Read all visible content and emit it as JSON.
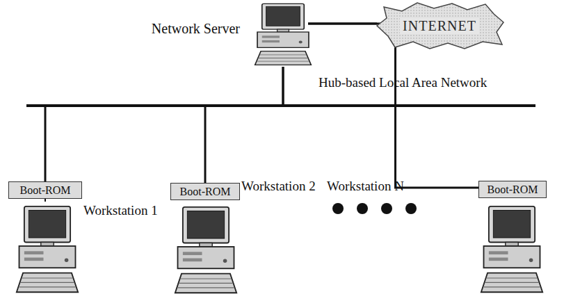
{
  "diagram": {
    "nodes": [
      {
        "text": [
          "Network Server"
        ]
      },
      {
        "text": [
          "INTERNET"
        ]
      },
      {
        "text": [
          "Boot-ROM"
        ]
      },
      {
        "text": [
          "Boot-ROM"
        ]
      },
      {
        "text": [
          "Boot-ROM"
        ]
      }
    ],
    "edges": [
      {
        "from": 0,
        "to": 1,
        "arrow": "none"
      },
      {
        "from": 0,
        "to": 2,
        "arrow": "none"
      },
      {
        "from": 0,
        "to": 3,
        "arrow": "none"
      },
      {
        "from": 0,
        "to": 4,
        "arrow": "none"
      }
    ],
    "labels": [
      "Hub-based Local Area Network",
      "Workstation 1",
      "Workstation 2",
      "Workstation N"
    ]
  }
}
